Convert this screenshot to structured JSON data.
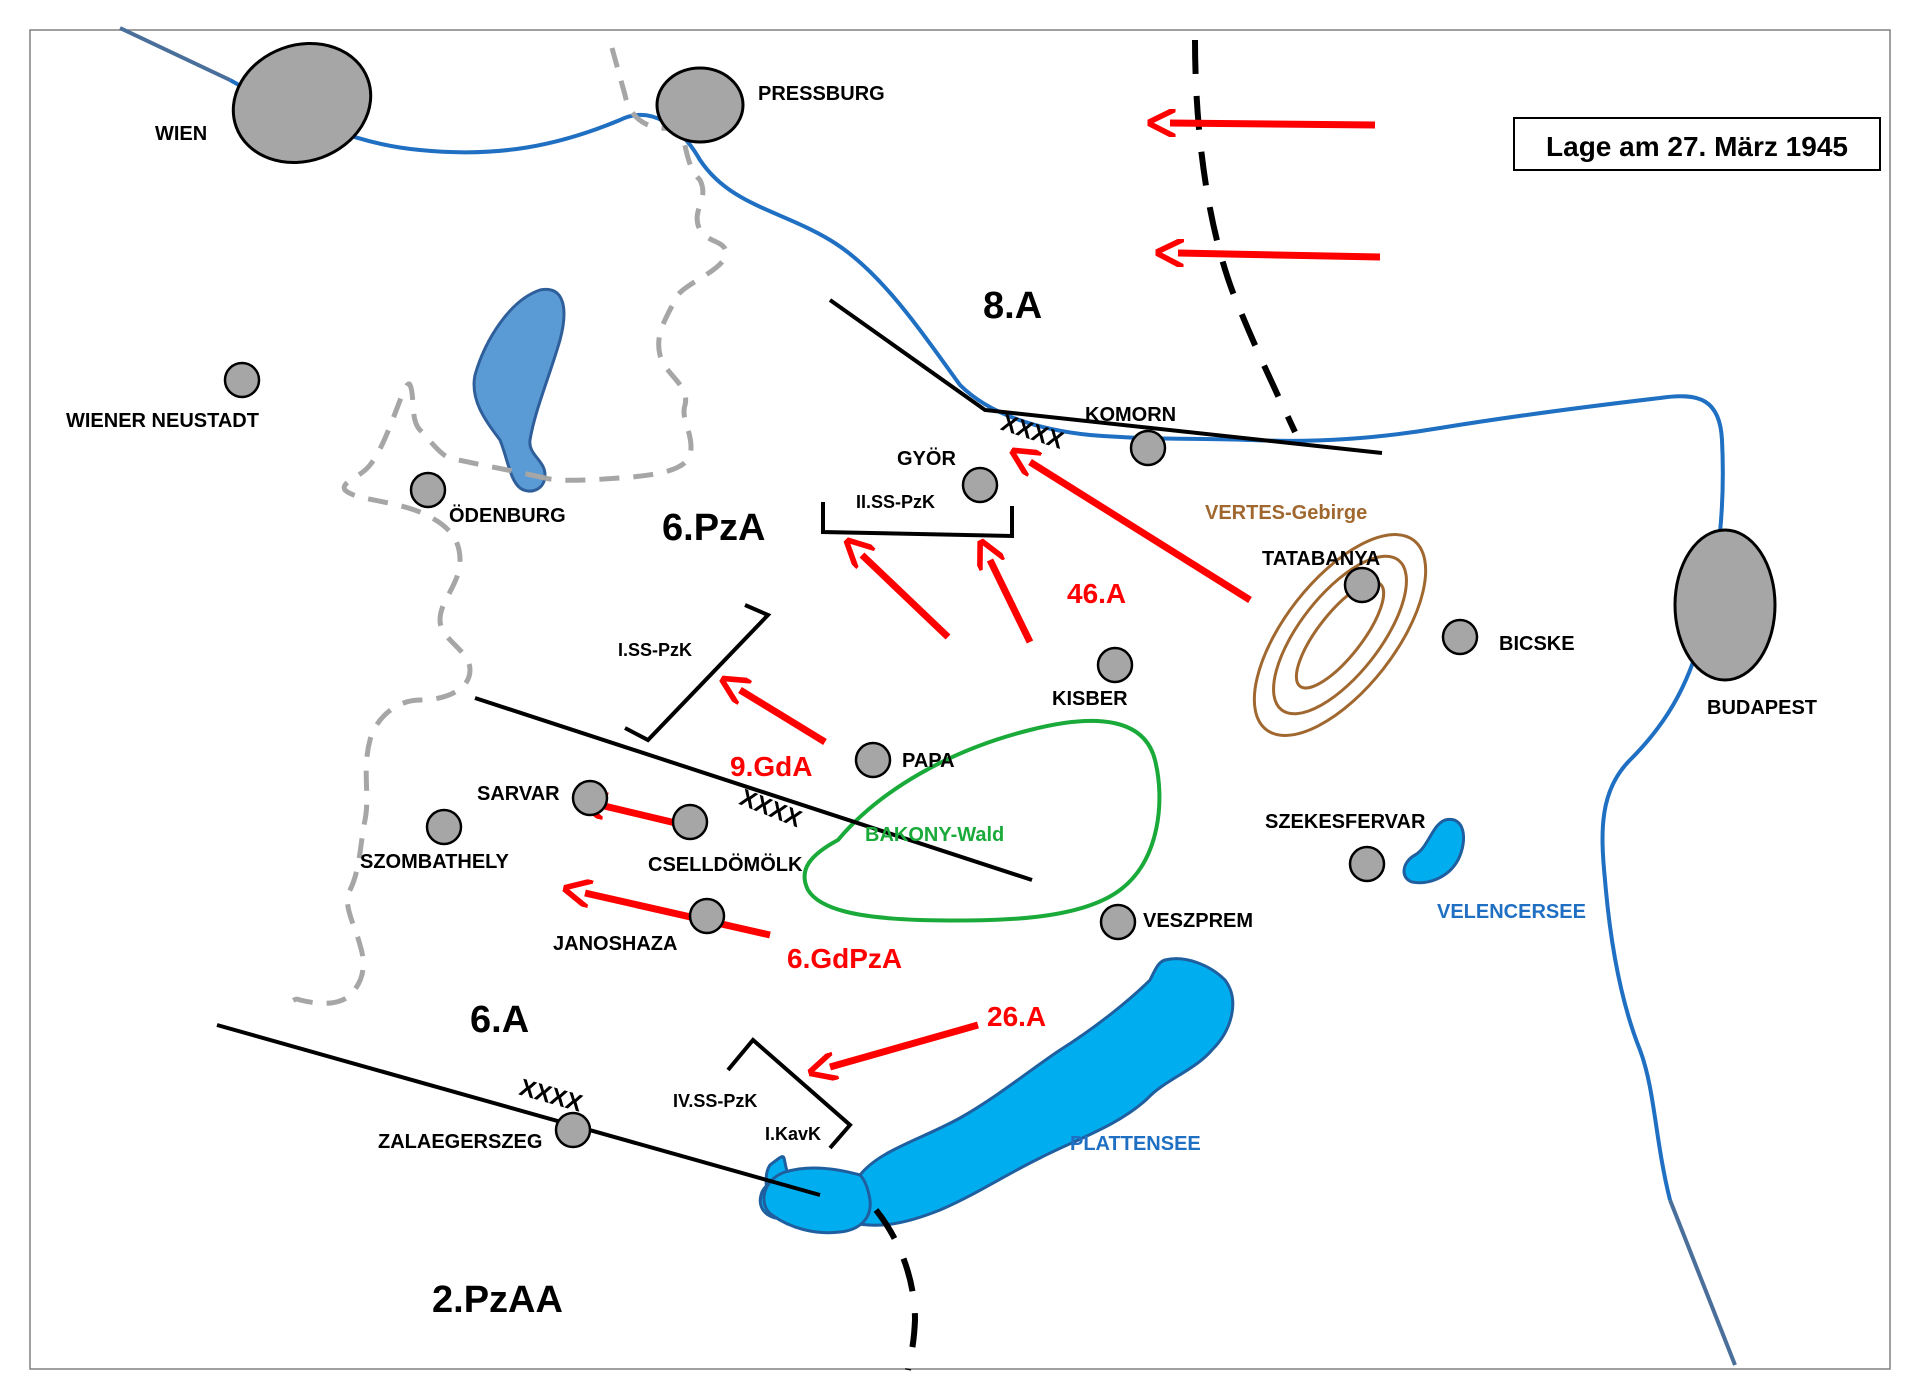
{
  "title": "Lage am 27. März 1945",
  "colors": {
    "river": "#1f6fc2",
    "river_dark": "#4a6f9a",
    "lake_light": "#00aeef",
    "lake_mid": "#5b9bd5",
    "city_fill": "#a6a6a6",
    "front": "#000000",
    "border": "#a6a6a6",
    "attack": "#ff0000",
    "forest": "#1aaa3a",
    "mountain": "#a0672f"
  },
  "cities": {
    "wien": "WIEN",
    "pressburg": "PRESSBURG",
    "wiener_neustadt": "WIENER NEUSTADT",
    "oedenburg": "ÖDENBURG",
    "gyoer": "GYÖR",
    "komorn": "KOMORN",
    "tatabanya": "TATABANYA",
    "bicske": "BICSKE",
    "budapest": "BUDAPEST",
    "kisber": "KISBER",
    "papa": "PAPA",
    "sarvar": "SARVAR",
    "szombathely": "SZOMBATHELY",
    "cselldoemoelk": "CSELLDÖMÖLK",
    "janoshaza": "JANOSHAZA",
    "szekesfervar": "SZEKESFERVAR",
    "veszprem": "VESZPREM",
    "zalaegerszeg": "ZALAEGERSZEG"
  },
  "geography": {
    "vertes": "VERTES-Gebirge",
    "bakony": "BAKONY-Wald",
    "velencersee": "VELENCERSEE",
    "plattensee": "PLATTENSEE"
  },
  "german_units": {
    "a8": "8.A",
    "pza6": "6.PzA",
    "a6": "6.A",
    "pzaa2": "2.PzAA",
    "ss_pzk_2": "II.SS-PzK",
    "ss_pzk_1": "I.SS-PzK",
    "ss_pzk_4": "IV.SS-PzK",
    "kavk_1": "I.KavK"
  },
  "soviet_units": {
    "a46": "46.A",
    "gda9": "9.GdA",
    "gdpza6": "6.GdPzA",
    "a26": "26.A"
  },
  "boundary_marks": {
    "xxxx_1": "XXXX",
    "xxxx_2": "XXXX",
    "xxxx_3": "XXXX"
  }
}
